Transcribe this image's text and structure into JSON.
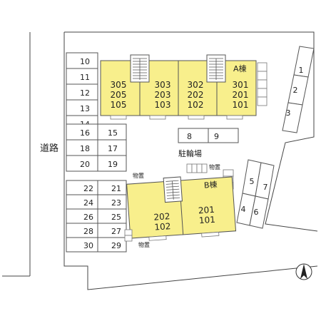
{
  "road_label": "道路",
  "bike_parking_label": "駐輪場",
  "storage_label": "物置",
  "building_a": {
    "label": "A棟",
    "units": [
      [
        "305",
        "205",
        "105"
      ],
      [
        "303",
        "203",
        "103"
      ],
      [
        "302",
        "202",
        "102"
      ],
      [
        "301",
        "201",
        "101"
      ]
    ]
  },
  "building_b": {
    "label": "B棟",
    "units": [
      [
        "202",
        "102"
      ],
      [
        "201",
        "101"
      ]
    ]
  },
  "parking": {
    "left_col_top": [
      "10",
      "11",
      "12",
      "13",
      "14"
    ],
    "left_pairs_mid": [
      [
        "16",
        "15"
      ],
      [
        "18",
        "17"
      ],
      [
        "20",
        "19"
      ]
    ],
    "left_pairs_bottom": [
      [
        "22",
        "21"
      ],
      [
        "24",
        "23"
      ],
      [
        "26",
        "25"
      ],
      [
        "28",
        "27"
      ],
      [
        "30",
        "29"
      ]
    ],
    "right_top": [
      "1",
      "2",
      "3"
    ],
    "right_mid": [
      "5",
      "7",
      "4",
      "6"
    ],
    "center": [
      "8",
      "9"
    ]
  },
  "north_icon": "north-arrow-icon"
}
